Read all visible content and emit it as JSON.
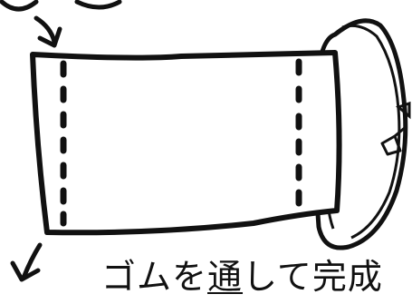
{
  "caption": {
    "prefix": "ゴムを",
    "underlined": "通",
    "suffix": "して完成"
  },
  "colors": {
    "ink": "#111111",
    "background": "#ffffff"
  }
}
